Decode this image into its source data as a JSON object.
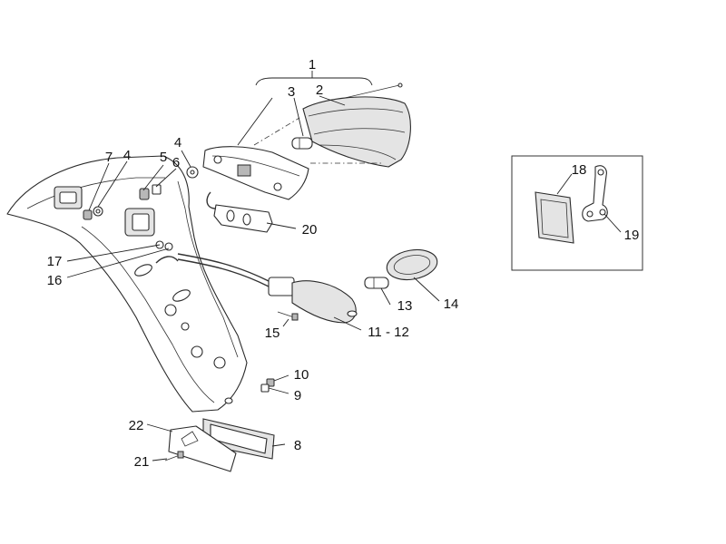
{
  "callouts": {
    "c1": "1",
    "c2": "2",
    "c3": "3",
    "c4a": "4",
    "c4b": "4",
    "c5": "5",
    "c6": "6",
    "c7": "7",
    "c8": "8",
    "c9": "9",
    "c10": "10",
    "c11_12": "11 - 12",
    "c13": "13",
    "c14": "14",
    "c15": "15",
    "c16": "16",
    "c17": "17",
    "c18": "18",
    "c19": "19",
    "c20": "20",
    "c21": "21",
    "c22": "22"
  }
}
